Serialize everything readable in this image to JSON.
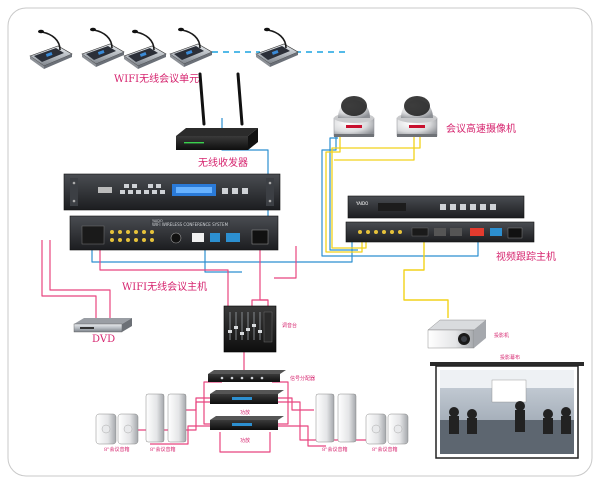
{
  "colors": {
    "label": "#d6256f",
    "cable_pink": "#e8457f",
    "cable_blue": "#2c8fd0",
    "cable_yellow": "#f2d21a",
    "cable_dashed": "#1aa3e0",
    "rack_dark": "#2a2a2a"
  },
  "labels": {
    "wifi_units": "WIFI无线会议单元",
    "transceiver": "无线收发器",
    "cameras": "会议高速摄像机",
    "tracking_host": "视频跟踪主机",
    "wifi_host": "WIFI无线会议主机",
    "dvd": "DVD",
    "mixer": "调音台",
    "signal_splitter": "信号分配器",
    "power_amp": "功放",
    "projector": "投影机",
    "screen": "投影幕布",
    "speaker_right_pair": "8\"会议音箱",
    "speaker_left_tall": "8\"会议音箱",
    "speaker_right_tall": "8\"会议音箱",
    "speaker_left_pair": "8\"会议音箱"
  },
  "brand": "YAIDO",
  "rack_display_text": "WIFI WIRELESS CONFERENCE SYSTEM",
  "icons": {
    "delegate_unit": "gooseneck-microphone-icon",
    "router": "wifi-router-icon",
    "camera": "ptz-dome-camera-icon",
    "speaker": "loudspeaker-icon",
    "projector": "projector-icon"
  }
}
